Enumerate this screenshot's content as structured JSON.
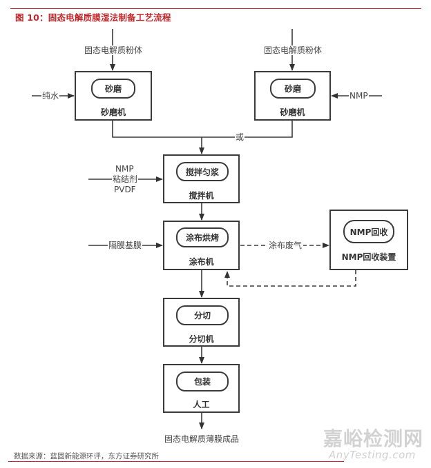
{
  "figure": {
    "title": "图 10：固态电解质膜湿法制备工艺流程",
    "source": "数据来源：蓝固新能源环评，东方证券研究所",
    "watermark_cn": "嘉峪检测网",
    "watermark_en": "AnyTesting.com",
    "accent_color": "#c0282b"
  },
  "nodes": {
    "mill_left": {
      "step": "砂磨",
      "equipment": "砂磨机"
    },
    "mill_right": {
      "step": "砂磨",
      "equipment": "砂磨机"
    },
    "mixer": {
      "step": "搅拌匀浆",
      "equipment": "搅拌机"
    },
    "coater": {
      "step": "涂布烘烤",
      "equipment": "涂布机"
    },
    "nmp_recovery": {
      "step": "NMP回收",
      "equipment": "NMP回收装置"
    },
    "slitter": {
      "step": "分切",
      "equipment": "分切机"
    },
    "packaging": {
      "step": "包装",
      "equipment": "人工"
    }
  },
  "inputs": {
    "powder_left": "固态电解质粉体",
    "powder_right": "固态电解质粉体",
    "water": "纯水",
    "nmp_solvent": "NMP",
    "or_label": "或",
    "binder_line1": "NMP",
    "binder_line2": "粘结剂",
    "binder_line3": "PVDF",
    "separator": "隔膜基膜",
    "exhaust": "涂布废气",
    "product": "固态电解质薄膜成品"
  }
}
